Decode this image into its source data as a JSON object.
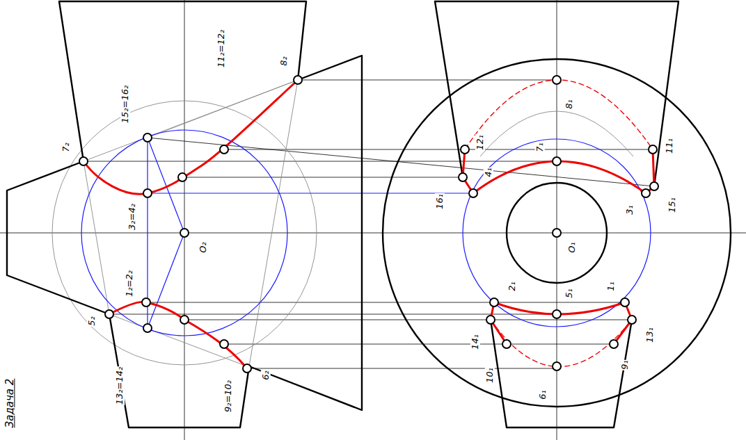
{
  "diagram": {
    "labels": [
      "15₂=16₂",
      "11₂=12₂",
      "8₂",
      "7₂",
      "3₂=4₂",
      "O₂",
      "1₂=2₂",
      "5₂",
      "13₂=14₂",
      "9₂=10₂",
      "6₂",
      "8₁",
      "12₁",
      "11₁",
      "7₁",
      "16₁",
      "4₁",
      "3₁",
      "15₁",
      "O₁",
      "5₁",
      "2₁",
      "1₁",
      "14₁",
      "13₁",
      "10₁",
      "9₁",
      "6₁",
      "Задача 2"
    ]
  }
}
